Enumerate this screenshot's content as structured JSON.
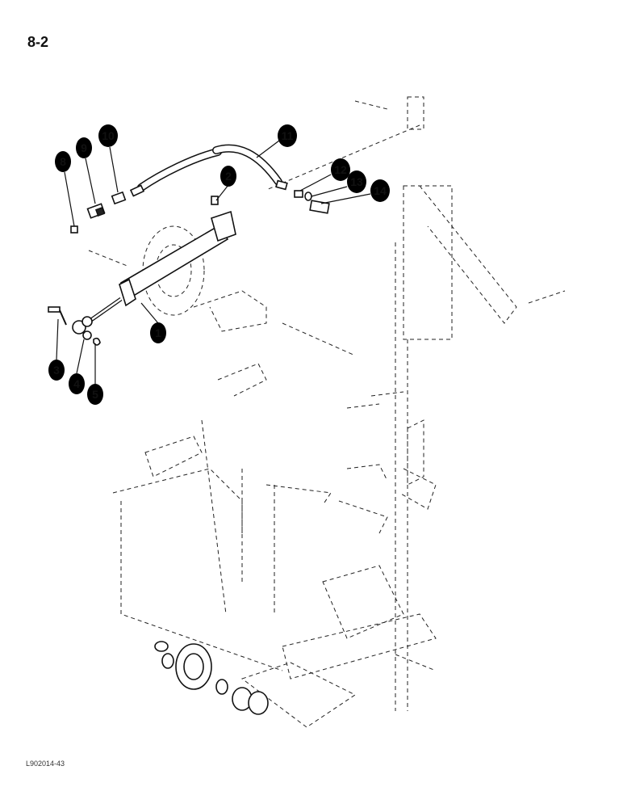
{
  "page": {
    "number": "8-2",
    "figure_code": "L902014-43"
  },
  "callouts": [
    "1",
    "2",
    "3",
    "4",
    "5",
    "8",
    "9",
    "10",
    "11",
    "12",
    "13",
    "14"
  ]
}
